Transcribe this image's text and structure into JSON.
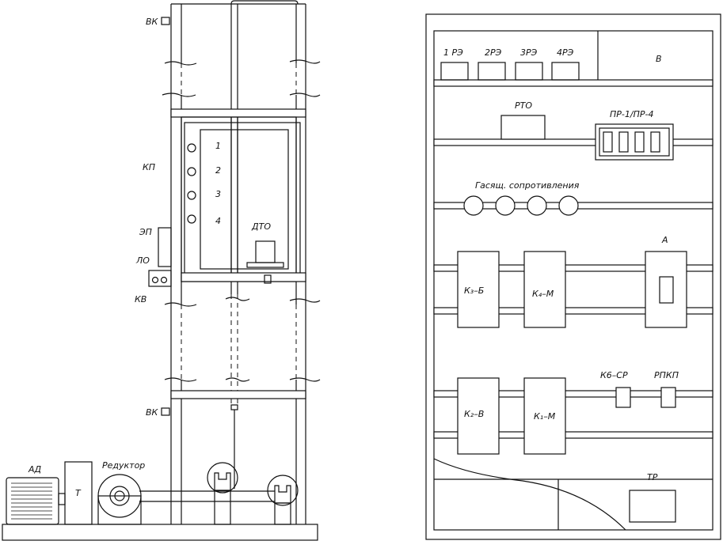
{
  "lift_labels": {
    "vk_top": "ВК",
    "kp": "КП",
    "ep": "ЭП",
    "lo": "ЛО",
    "kv": "КВ",
    "vk_bottom": "ВК",
    "floor_1": "1",
    "floor_2": "2",
    "floor_3": "3",
    "floor_4": "4",
    "dto": "ДТО",
    "ad": "АД",
    "t": "Т",
    "reducer": "Редуктор"
  },
  "panel_labels": {
    "rz1": "1 РЭ",
    "rz2": "2РЭ",
    "rz3": "3РЭ",
    "rz4": "4РЭ",
    "v": "В",
    "rto": "РТО",
    "pr": "ПР-1/ПР-4",
    "resistors": "Гасящ. сопротивления",
    "a": "А",
    "k3b": "К₃–Б",
    "k4m": "К₄–М",
    "k6sr": "К6–СР",
    "rpkp": "РПКП",
    "k2v": "К₂–В",
    "k1m": "К₁–М",
    "tr": "ТР"
  }
}
